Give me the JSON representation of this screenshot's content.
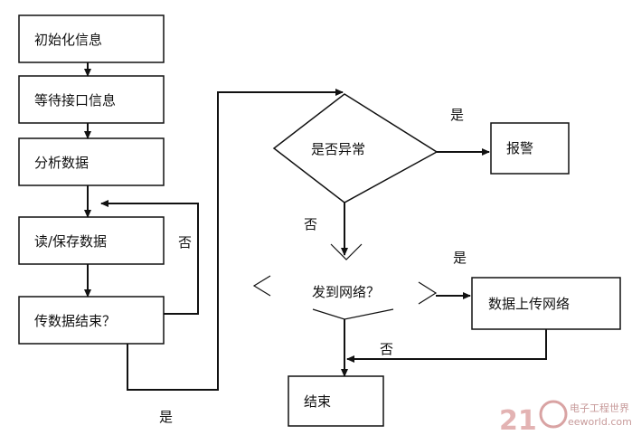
{
  "nodes": {
    "init": "初始化信息",
    "wait": "等待接口信息",
    "analyze": "分析数据",
    "read_save": "读/保存数据",
    "transfer_end": "传数据结束？",
    "abnormal": "是否异常",
    "alarm": "报警",
    "send_network": "发到网络？",
    "upload": "数据上传网络",
    "end": "结束"
  },
  "edge_labels": {
    "no_loop": "否",
    "yes_bottom": "是",
    "yes_alarm": "是",
    "no_abnormal": "否",
    "yes_upload": "是",
    "no_send": "否"
  },
  "watermark": {
    "number": "21",
    "site_name": "电子工程世界",
    "site_url": "eeworld.com.cn"
  },
  "colors": {
    "line": "#111111",
    "watermark": "#e3b3b3"
  }
}
